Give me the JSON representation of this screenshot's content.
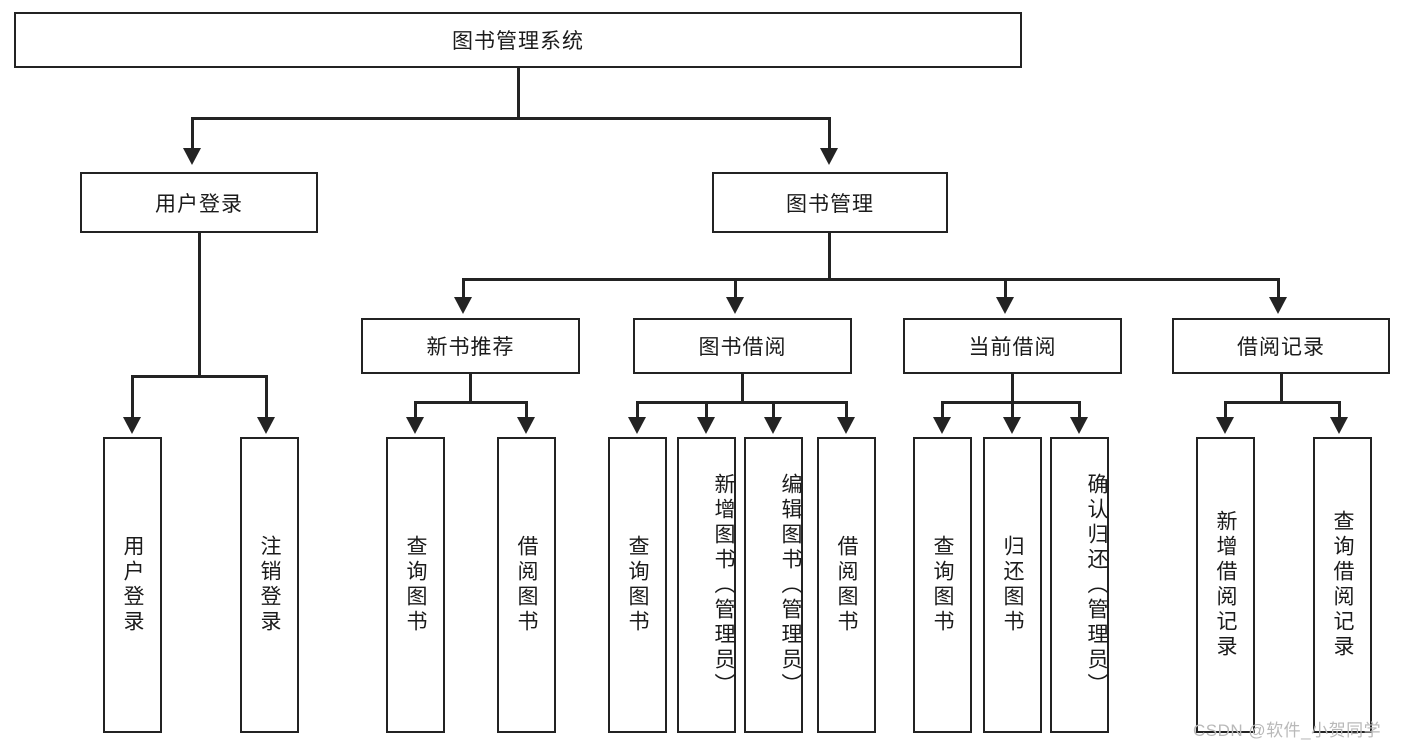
{
  "diagram": {
    "title_node": {
      "label": "图书管理系统"
    },
    "level1": [
      {
        "id": "user-login",
        "label": "用户登录"
      },
      {
        "id": "book-management",
        "label": "图书管理"
      }
    ],
    "level2": [
      {
        "id": "new-book-recommend",
        "label": "新书推荐"
      },
      {
        "id": "book-borrow",
        "label": "图书借阅"
      },
      {
        "id": "current-borrow",
        "label": "当前借阅"
      },
      {
        "id": "borrow-record",
        "label": "借阅记录"
      }
    ],
    "leaves": [
      {
        "id": "leaf-user-login",
        "label": "用户登录",
        "parent": "user-login"
      },
      {
        "id": "leaf-logout-login",
        "label": "注销登录",
        "parent": "user-login"
      },
      {
        "id": "leaf-query-book-1",
        "label": "查询图书",
        "parent": "new-book-recommend"
      },
      {
        "id": "leaf-borrow-book-1",
        "label": "借阅图书",
        "parent": "new-book-recommend"
      },
      {
        "id": "leaf-query-book-2",
        "label": "查询图书",
        "parent": "book-borrow"
      },
      {
        "id": "leaf-add-book-admin",
        "label": "新增图书（管理员）",
        "parent": "book-borrow"
      },
      {
        "id": "leaf-edit-book-admin",
        "label": "编辑图书（管理员）",
        "parent": "book-borrow"
      },
      {
        "id": "leaf-borrow-book-2",
        "label": "借阅图书",
        "parent": "book-borrow"
      },
      {
        "id": "leaf-query-book-3",
        "label": "查询图书",
        "parent": "current-borrow"
      },
      {
        "id": "leaf-return-book",
        "label": "归还图书",
        "parent": "current-borrow"
      },
      {
        "id": "leaf-confirm-return-admin",
        "label": "确认归还（管理员）",
        "parent": "current-borrow"
      },
      {
        "id": "leaf-add-borrow-record",
        "label": "新增借阅记录",
        "parent": "borrow-record"
      },
      {
        "id": "leaf-query-borrow-record",
        "label": "查询借阅记录",
        "parent": "borrow-record"
      }
    ],
    "watermark": "CSDN @软件_小贺同学",
    "colors": {
      "stroke": "#232323",
      "background": "#ffffff",
      "text": "#1b1b1b",
      "watermark": "#b9b9b9"
    }
  }
}
